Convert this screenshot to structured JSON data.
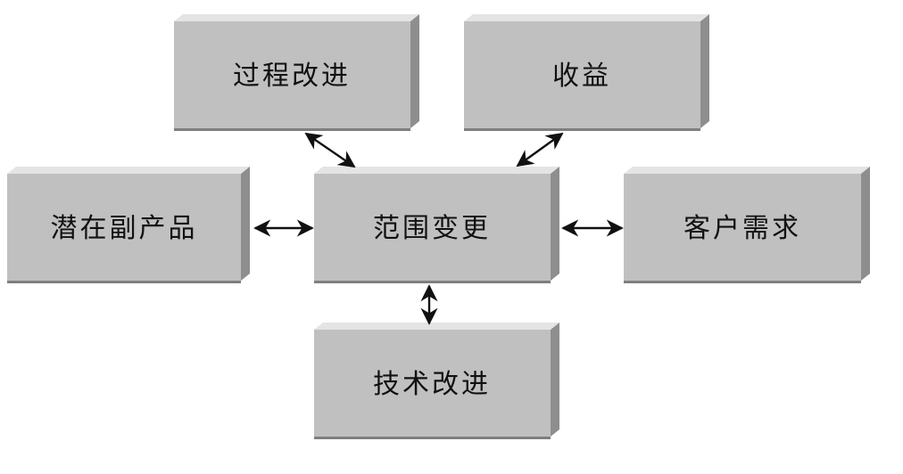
{
  "boxes": {
    "process": "过程改进",
    "benefit": "收益",
    "byproduct": "潜在副产品",
    "scope": "范围变更",
    "customer": "客户需求",
    "tech": "技术改进"
  },
  "colors": {
    "face": "#c0c0c0",
    "top_edge": "#e4e4e4",
    "side_edge": "#8e8e8e",
    "bottom_edge": "#7f7f7f",
    "arrow": "#111111"
  }
}
